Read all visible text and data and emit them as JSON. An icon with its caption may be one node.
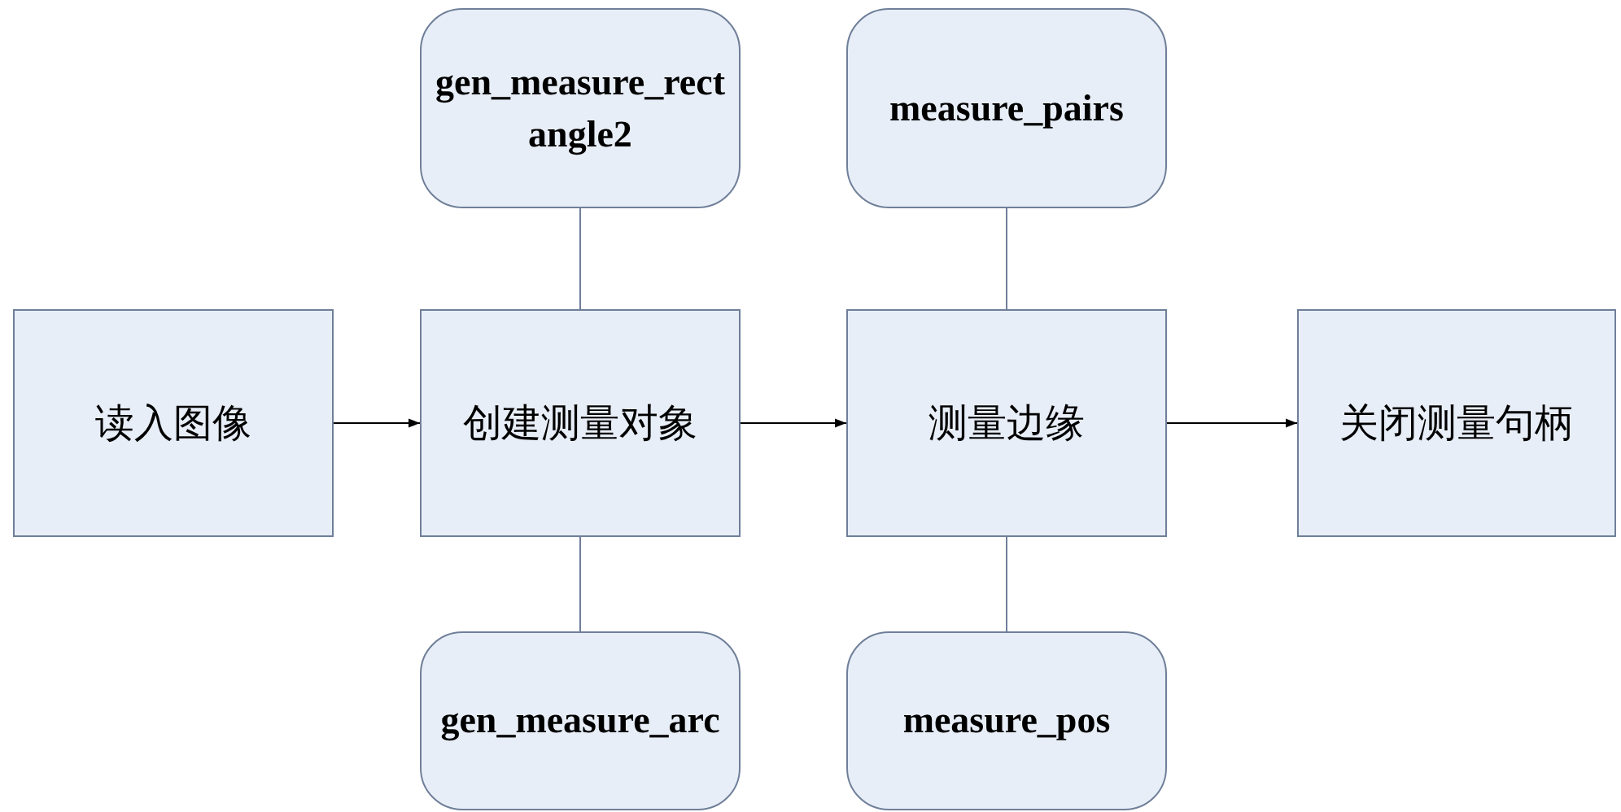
{
  "diagram": {
    "nodes": [
      {
        "text": [
          "gen_measure_rectangle2"
        ]
      },
      {
        "text": [
          "measure_pairs"
        ]
      },
      {
        "text": [
          "读入图像"
        ]
      },
      {
        "text": [
          "创建测量对象"
        ]
      },
      {
        "text": [
          "测量边缘"
        ]
      },
      {
        "text": [
          "关闭测量句柄"
        ]
      },
      {
        "text": [
          "gen_measure_arc"
        ]
      },
      {
        "text": [
          "measure_pos"
        ]
      }
    ],
    "edges": [
      {
        "from": 2,
        "to": 3,
        "arrow": "to",
        "color": "#000000"
      },
      {
        "from": 3,
        "to": 4,
        "arrow": "to",
        "color": "#000000"
      },
      {
        "from": 4,
        "to": 5,
        "arrow": "to",
        "color": "#000000"
      },
      {
        "from": 0,
        "to": 3,
        "arrow": "none"
      },
      {
        "from": 3,
        "to": 6,
        "arrow": "none"
      },
      {
        "from": 1,
        "to": 4,
        "arrow": "none"
      },
      {
        "from": 4,
        "to": 7,
        "arrow": "none"
      }
    ]
  }
}
